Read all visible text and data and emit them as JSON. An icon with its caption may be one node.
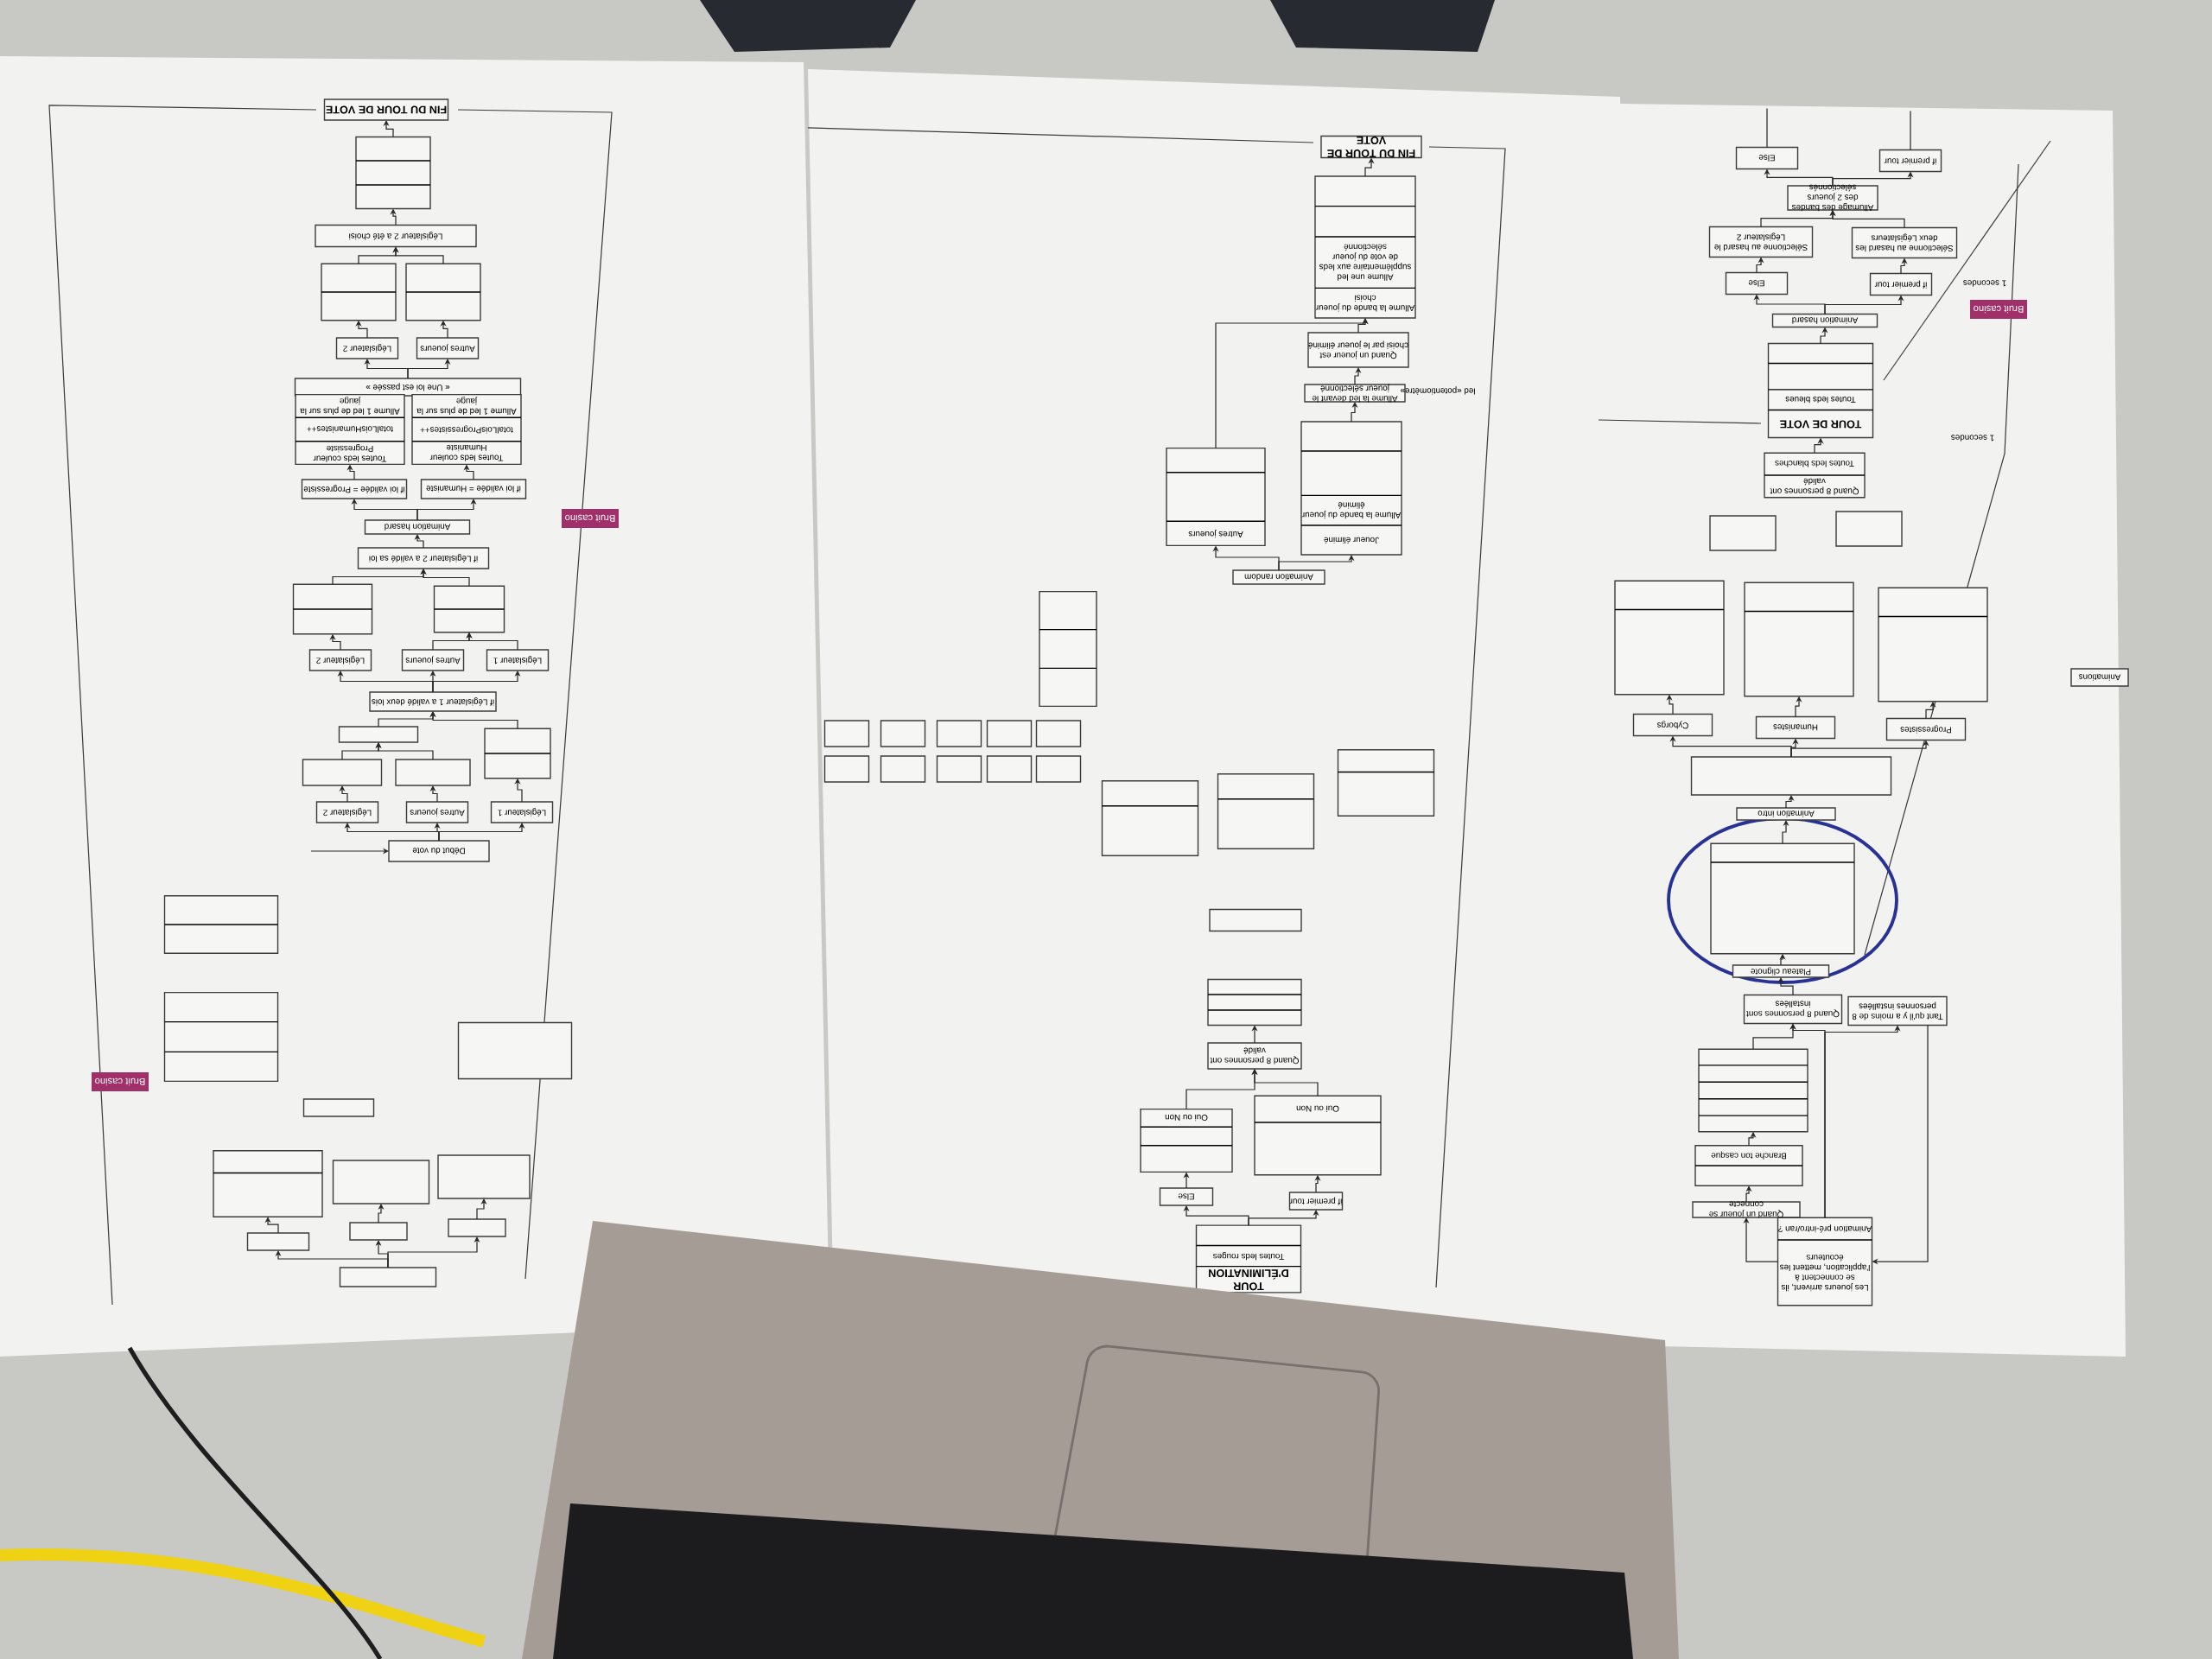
{
  "diagram": {
    "nodes": [
      {
        "text": [
          "FIN DU TOUR DE VOTE"
        ]
      },
      {
        "text": [],
        "shape": "box"
      },
      {
        "text": [
          "Législateur 2 a été choisi"
        ]
      },
      {
        "text": [],
        "shape": "box"
      },
      {
        "text": [],
        "shape": "box"
      },
      {
        "text": [
          "Législateur 2"
        ]
      },
      {
        "text": [
          "Autres joueurs"
        ]
      },
      {
        "text": [
          "« Une loi est passée »"
        ]
      },
      {
        "text": [
          "Toutes leds couleur Progressiste",
          "totalLoisHumanistes++",
          "Allume 1 led de plus sur la jauge"
        ]
      },
      {
        "text": [
          "Toutes leds couleur Humaniste",
          "totalLoisProgressistes++",
          "Allume 1 led de plus sur la jauge"
        ]
      },
      {
        "text": [
          "if loi validée = Progressiste"
        ]
      },
      {
        "text": [
          "if loi validée = Humaniste"
        ]
      },
      {
        "text": [
          "Animation hasard"
        ]
      },
      {
        "text": [
          "Bruit casino"
        ]
      },
      {
        "text": [
          "if Législateur 2 a validé sa loi"
        ]
      },
      {
        "text": [],
        "shape": "box"
      },
      {
        "text": [],
        "shape": "box"
      },
      {
        "text": [
          "Législateur 2"
        ]
      },
      {
        "text": [
          "Autres joueurs"
        ]
      },
      {
        "text": [
          "Législateur 1"
        ]
      },
      {
        "text": [
          "if Législateur 1 a validé deux lois"
        ]
      },
      {
        "text": [],
        "shape": "box"
      },
      {
        "text": [],
        "shape": "box"
      },
      {
        "text": [],
        "shape": "box"
      },
      {
        "text": [],
        "shape": "box"
      },
      {
        "text": [
          "Législateur 2"
        ]
      },
      {
        "text": [
          "Autres joueurs"
        ]
      },
      {
        "text": [
          "Législateur 1"
        ]
      },
      {
        "text": [
          "Début du vote"
        ]
      },
      {
        "text": [
          "FIN DU TOUR DE VOTE"
        ]
      },
      {
        "text": [
          "Allume la bande du joueur choisi",
          "Allume une led supplémentaire aux leds de vote du joueur sélectionné"
        ]
      },
      {
        "text": [
          "Quand un joueur est choisi par le joueur éliminé"
        ]
      },
      {
        "text": [
          "Allume la led devant le joueur sélectionné"
        ]
      },
      {
        "text": [
          "Joueur éliminé",
          "Allume la bande du joueur éliminé"
        ]
      },
      {
        "text": [
          "Autres joueurs"
        ]
      },
      {
        "text": [
          "Animation random"
        ]
      },
      {
        "text": [
          "TOUR D'ÉLIMINATION",
          "Toutes leds rouges"
        ]
      },
      {
        "text": [
          "Else"
        ]
      },
      {
        "text": [
          "if premier tour"
        ]
      },
      {
        "text": [
          "Oui ou Non"
        ]
      },
      {
        "text": [
          "Oui ou Non"
        ]
      },
      {
        "text": [
          "Quand 8 personnes ont validé"
        ]
      },
      {
        "text": [],
        "shape": "box"
      },
      {
        "text": [
          "Else"
        ]
      },
      {
        "text": [
          "if premier tour"
        ]
      },
      {
        "text": [
          "Allumage des bandes des 2 joueurs sélectionnés"
        ]
      },
      {
        "text": [
          "Sélectionne au hasard le Législateur 2"
        ]
      },
      {
        "text": [
          "Sélectionne au hasard les deux Législateurs"
        ]
      },
      {
        "text": [
          "Else"
        ]
      },
      {
        "text": [
          "if premier tour"
        ]
      },
      {
        "text": [
          "Animation hasard"
        ]
      },
      {
        "text": [
          "Bruit casino"
        ]
      },
      {
        "text": [
          "TOUR DE VOTE",
          "Toutes leds bleues"
        ]
      },
      {
        "text": [
          "Quand 8 personnes ont validé",
          "Toutes leds blanches"
        ]
      },
      {
        "text": [
          "Progressistes"
        ]
      },
      {
        "text": [
          "Humanistes"
        ]
      },
      {
        "text": [
          "Cyborgs"
        ]
      },
      {
        "text": [],
        "shape": "box"
      },
      {
        "text": [],
        "shape": "box"
      },
      {
        "text": [],
        "shape": "box"
      },
      {
        "text": [],
        "shape": "box"
      },
      {
        "text": [],
        "shape": "box"
      },
      {
        "text": [],
        "shape": "box"
      },
      {
        "text": [
          "Animation intro"
        ]
      },
      {
        "text": [],
        "shape": "box"
      },
      {
        "text": [
          "Plateau clignote"
        ]
      },
      {
        "text": [
          "Quand 8 personnes sont installées"
        ]
      },
      {
        "text": [
          "Tant qu'il y a moins de 8 personnes installées"
        ]
      },
      {
        "text": [],
        "shape": "box"
      },
      {
        "text": [
          "Branche ton casque"
        ]
      },
      {
        "text": [
          "Quand un joueur se connecte"
        ]
      },
      {
        "text": [
          "Les joueurs arrivent, ils se connectent à l'application, mettent les écouteurs",
          "Animation pré-intro/ran ?"
        ]
      },
      {
        "text": [
          "Animations"
        ]
      },
      {
        "text": [
          "Bruit casino"
        ]
      },
      {
        "text": [],
        "shape": "box"
      },
      {
        "text": [],
        "shape": "box"
      },
      {
        "text": [],
        "shape": "box"
      },
      {
        "text": [],
        "shape": "box"
      },
      {
        "text": [],
        "shape": "box"
      },
      {
        "text": [],
        "shape": "box"
      },
      {
        "text": [],
        "shape": "box"
      },
      {
        "text": [],
        "shape": "box"
      },
      {
        "text": [],
        "shape": "box"
      },
      {
        "text": [],
        "shape": "box"
      },
      {
        "text": [],
        "shape": "box"
      },
      {
        "text": [],
        "shape": "box"
      },
      {
        "text": [],
        "shape": "box"
      },
      {
        "text": [],
        "shape": "box"
      },
      {
        "text": [],
        "shape": "box"
      },
      {
        "text": [],
        "shape": "box"
      },
      {
        "text": [],
        "shape": "box"
      },
      {
        "text": [],
        "shape": "box"
      },
      {
        "text": [],
        "shape": "box"
      },
      {
        "text": [],
        "shape": "box"
      },
      {
        "text": [],
        "shape": "box"
      },
      {
        "text": [],
        "shape": "box"
      },
      {
        "text": [],
        "shape": "box"
      },
      {
        "text": [],
        "shape": "box"
      },
      {
        "text": [],
        "shape": "box"
      },
      {
        "text": [],
        "shape": "box"
      }
    ],
    "edges": [
      {
        "from": 1,
        "to": 0,
        "arrow": "to"
      },
      {
        "from": 2,
        "to": 1,
        "arrow": "to"
      },
      {
        "from": 3,
        "to": 2,
        "arrow": "to"
      },
      {
        "from": 4,
        "to": 2,
        "arrow": "to"
      },
      {
        "from": 5,
        "to": 3,
        "arrow": "to"
      },
      {
        "from": 6,
        "to": 4,
        "arrow": "to"
      },
      {
        "from": 7,
        "to": 5,
        "arrow": "to"
      },
      {
        "from": 7,
        "to": 6,
        "arrow": "to"
      },
      {
        "from": 10,
        "to": 8,
        "arrow": "to"
      },
      {
        "from": 11,
        "to": 9,
        "arrow": "to"
      },
      {
        "from": 12,
        "to": 10,
        "arrow": "to"
      },
      {
        "from": 12,
        "to": 11,
        "arrow": "to"
      },
      {
        "from": 14,
        "to": 12,
        "arrow": "to"
      },
      {
        "from": 15,
        "to": 14,
        "arrow": "to"
      },
      {
        "from": 16,
        "to": 14,
        "arrow": "to"
      },
      {
        "from": 17,
        "to": 15,
        "arrow": "to"
      },
      {
        "from": 18,
        "to": 16,
        "arrow": "to"
      },
      {
        "from": 19,
        "to": 16,
        "arrow": "to"
      },
      {
        "from": 20,
        "to": 17,
        "arrow": "to"
      },
      {
        "from": 20,
        "to": 18,
        "arrow": "to"
      },
      {
        "from": 20,
        "to": 19,
        "arrow": "to"
      },
      {
        "from": 21,
        "to": 20,
        "arrow": "to"
      },
      {
        "from": 24,
        "to": 20,
        "arrow": "to"
      },
      {
        "from": 22,
        "to": 21,
        "arrow": "to"
      },
      {
        "from": 23,
        "to": 21,
        "arrow": "to"
      },
      {
        "from": 25,
        "to": 22,
        "arrow": "to"
      },
      {
        "from": 26,
        "to": 23,
        "arrow": "to"
      },
      {
        "from": 27,
        "to": 24,
        "arrow": "to"
      },
      {
        "from": 28,
        "to": 25,
        "arrow": "to"
      },
      {
        "from": 28,
        "to": 26,
        "arrow": "to"
      },
      {
        "from": 28,
        "to": 27,
        "arrow": "to"
      },
      {
        "from": null,
        "to": 28,
        "arrow": "to"
      },
      {
        "from": 30,
        "to": 29,
        "arrow": "to"
      },
      {
        "from": 31,
        "to": 30,
        "arrow": "to"
      },
      {
        "from": 34,
        "to": 30,
        "arrow": "to"
      },
      {
        "from": 32,
        "to": 31,
        "arrow": "to"
      },
      {
        "from": 33,
        "to": 32,
        "arrow": "to"
      },
      {
        "from": 35,
        "to": 33,
        "arrow": "to"
      },
      {
        "from": 35,
        "to": 34,
        "arrow": "to"
      },
      {
        "from": 36,
        "to": 37,
        "arrow": "to"
      },
      {
        "from": 36,
        "to": 38,
        "arrow": "to"
      },
      {
        "from": 37,
        "to": 39,
        "arrow": "to"
      },
      {
        "from": 38,
        "to": 40,
        "arrow": "to"
      },
      {
        "from": 39,
        "to": 41,
        "arrow": "to"
      },
      {
        "from": 40,
        "to": 41,
        "arrow": "to"
      },
      {
        "from": 41,
        "to": 42,
        "arrow": "to"
      },
      {
        "from": 53,
        "to": 52,
        "arrow": "to"
      },
      {
        "from": 52,
        "to": 50,
        "arrow": "to"
      },
      {
        "from": 50,
        "to": 48,
        "arrow": "to"
      },
      {
        "from": 50,
        "to": 49,
        "arrow": "to"
      },
      {
        "from": 48,
        "to": 46,
        "arrow": "to"
      },
      {
        "from": 49,
        "to": 47,
        "arrow": "to"
      },
      {
        "from": 46,
        "to": 45,
        "arrow": "to"
      },
      {
        "from": 47,
        "to": 45,
        "arrow": "to"
      },
      {
        "from": 45,
        "to": 43,
        "arrow": "to"
      },
      {
        "from": 45,
        "to": 44,
        "arrow": "to"
      },
      {
        "from": 43,
        "to": null,
        "arrow": "none"
      },
      {
        "from": 44,
        "to": null,
        "arrow": "none"
      },
      {
        "from": 62,
        "to": 54,
        "arrow": "to"
      },
      {
        "from": 62,
        "to": 55,
        "arrow": "to"
      },
      {
        "from": 62,
        "to": 56,
        "arrow": "to"
      },
      {
        "from": 54,
        "to": 57,
        "arrow": "to"
      },
      {
        "from": 55,
        "to": 58,
        "arrow": "to"
      },
      {
        "from": 56,
        "to": 59,
        "arrow": "to"
      },
      {
        "from": 63,
        "to": 62,
        "arrow": "to"
      },
      {
        "from": 64,
        "to": 63,
        "arrow": "to"
      },
      {
        "from": 65,
        "to": 64,
        "arrow": "to"
      },
      {
        "from": 66,
        "to": 65,
        "arrow": "to"
      },
      {
        "from": 68,
        "to": 66,
        "arrow": "to"
      },
      {
        "from": 69,
        "to": 68,
        "arrow": "to"
      },
      {
        "from": 70,
        "to": 69,
        "arrow": "to"
      },
      {
        "from": 71,
        "to": 70,
        "arrow": "to"
      },
      {
        "from": 71,
        "to": 66,
        "arrow": "to"
      },
      {
        "from": 71,
        "to": 67,
        "arrow": "to"
      },
      {
        "from": 67,
        "to": 71,
        "arrow": "to"
      },
      {
        "from": 84,
        "to": 81,
        "arrow": "to"
      },
      {
        "from": 84,
        "to": 82,
        "arrow": "to"
      },
      {
        "from": 84,
        "to": 83,
        "arrow": "to"
      },
      {
        "from": 81,
        "to": 78,
        "arrow": "to"
      },
      {
        "from": 82,
        "to": 79,
        "arrow": "to"
      },
      {
        "from": 83,
        "to": 80,
        "arrow": "to"
      }
    ],
    "labels": [
      "led «potentiomètre»",
      "1 secondes",
      "1 secondes"
    ]
  }
}
